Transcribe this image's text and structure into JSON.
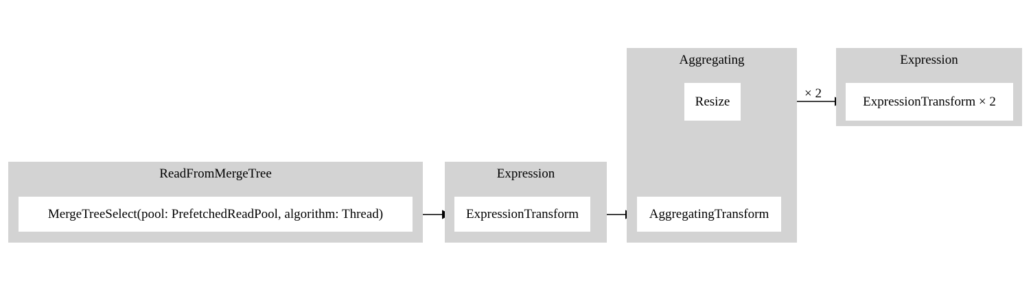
{
  "diagram": {
    "clusters": [
      {
        "title": "ReadFromMergeTree",
        "node": "MergeTreeSelect(pool: PrefetchedReadPool, algorithm: Thread)"
      },
      {
        "title": "Expression",
        "node": "ExpressionTransform"
      },
      {
        "title": "Aggregating",
        "node_top": "Resize",
        "node_bottom": "AggregatingTransform"
      },
      {
        "title": "Expression",
        "node": "ExpressionTransform × 2"
      }
    ],
    "edge_label": "× 2"
  },
  "colors": {
    "background": "#ffffff",
    "cluster_fill": "#d3d3d3",
    "node_fill": "#ffffff",
    "text": "#000000",
    "edge": "#000000"
  }
}
